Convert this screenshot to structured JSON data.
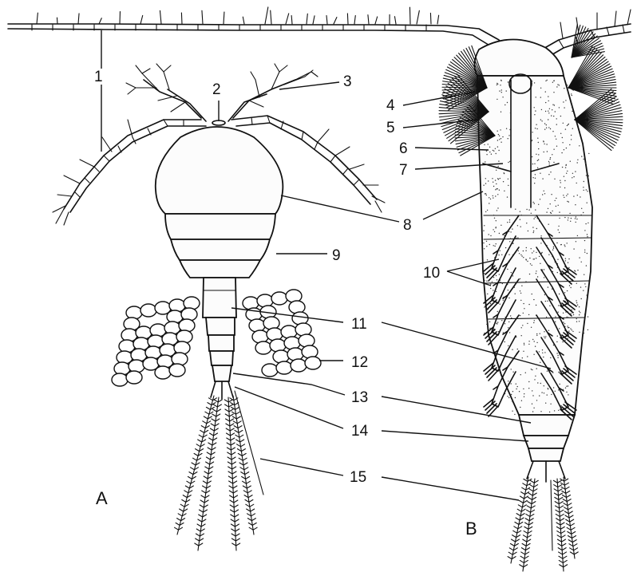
{
  "figure": {
    "panel_labels": {
      "a": "A",
      "b": "B"
    },
    "numbers": [
      "1",
      "2",
      "3",
      "4",
      "5",
      "6",
      "7",
      "8",
      "9",
      "10",
      "11",
      "12",
      "13",
      "14",
      "15"
    ]
  }
}
